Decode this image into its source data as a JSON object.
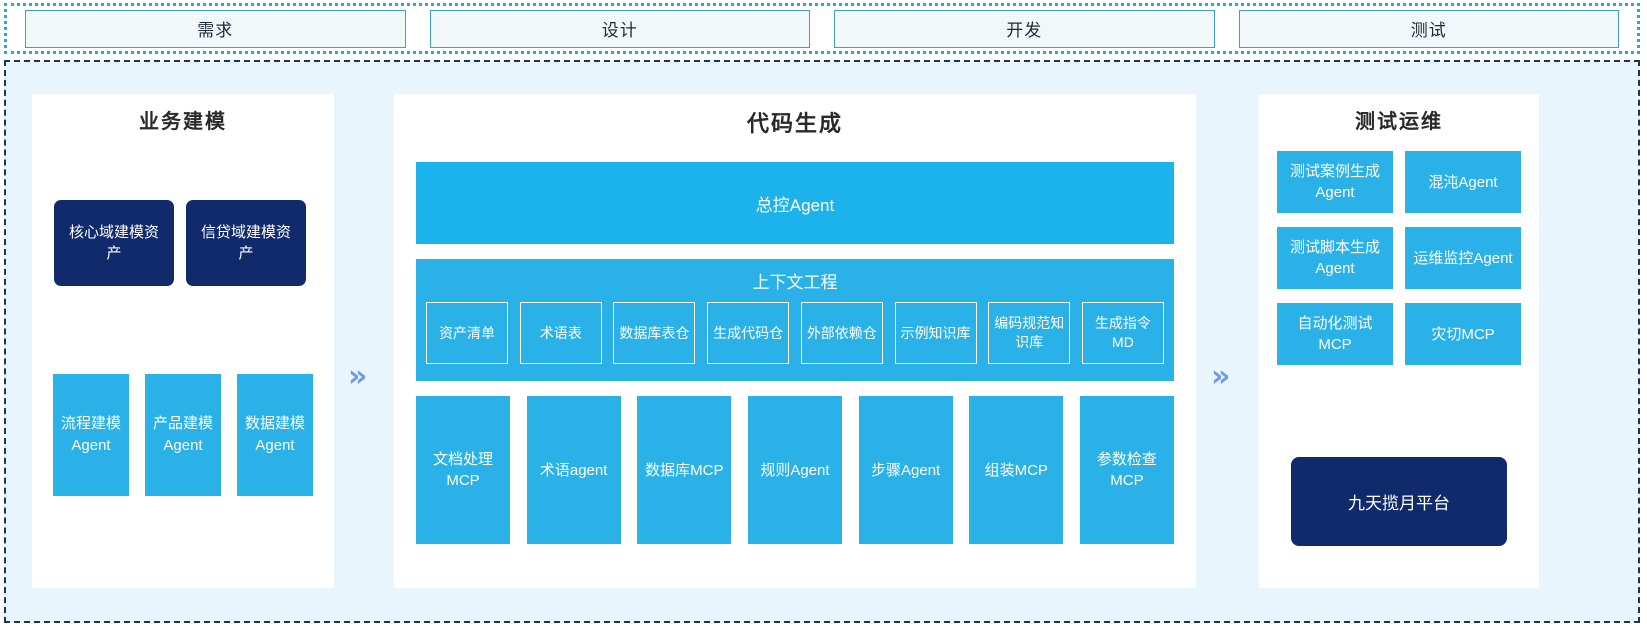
{
  "phases": [
    {
      "label": "需求"
    },
    {
      "label": "设计"
    },
    {
      "label": "开发"
    },
    {
      "label": "测试"
    }
  ],
  "colors": {
    "accent_blue": "#2ab2e8",
    "banner_blue": "#1cb3ec",
    "navy": "#102a6b",
    "chevron_blue": "#6e9aea",
    "body_bg": "#e8f5fd",
    "phase_border": "#3f9fc4",
    "phase_bg": "#f2f7fa",
    "frame_dash": "#1d3557",
    "strip_dot": "#27a9d8"
  },
  "left_panel": {
    "title": "业务建模",
    "assets": [
      {
        "label": "核心域建模资产"
      },
      {
        "label": "信贷域建模资产"
      }
    ],
    "agents": [
      {
        "label": "流程建模Agent"
      },
      {
        "label": "产品建模Agent"
      },
      {
        "label": "数据建模Agent"
      }
    ]
  },
  "center_panel": {
    "title": "代码生成",
    "banner": "总控Agent",
    "context": {
      "title": "上下文工程",
      "items": [
        {
          "label": "资产清单"
        },
        {
          "label": "术语表"
        },
        {
          "label": "数据库表仓"
        },
        {
          "label": "生成代码仓"
        },
        {
          "label": "外部依赖仓"
        },
        {
          "label": "示例知识库"
        },
        {
          "label": "编码规范知识库"
        },
        {
          "label": "生成指令MD"
        }
      ]
    },
    "tools": [
      {
        "label": "文档处理MCP"
      },
      {
        "label": "术语agent"
      },
      {
        "label": "数据库MCP"
      },
      {
        "label": "规则Agent"
      },
      {
        "label": "步骤Agent"
      },
      {
        "label": "组装MCP"
      },
      {
        "label": "参数检查MCP"
      }
    ]
  },
  "right_panel": {
    "title": "测试运维",
    "cards": [
      {
        "label": "测试案例生成Agent"
      },
      {
        "label": "混沌Agent"
      },
      {
        "label": "测试脚本生成Agent"
      },
      {
        "label": "运维监控Agent"
      },
      {
        "label": "自动化测试MCP"
      },
      {
        "label": "灾切MCP"
      }
    ],
    "platform": "九天揽月平台"
  },
  "flow": {
    "chevron_1": "»",
    "chevron_2": "»"
  }
}
